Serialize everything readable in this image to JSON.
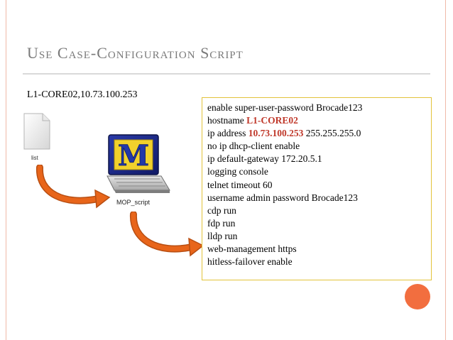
{
  "slide": {
    "title": "Use Case-Configuration Script",
    "device_label": "L1-CORE02,10.73.100.253",
    "doc_icon_label": "list",
    "laptop_label": "MOP_script",
    "laptop_screen_letter": "M"
  },
  "colors": {
    "highlight": "#c0392b",
    "accent_dot": "#f26e3f",
    "arrow": "#e8651a",
    "box_border": "#e2c33a"
  },
  "icons": [
    "document-icon",
    "laptop-icon",
    "curved-arrow-icon"
  ],
  "script": {
    "lines": [
      {
        "text": "enable super-user-password Brocade123"
      },
      {
        "pre": "hostname ",
        "hl": "L1-CORE02",
        "post": ""
      },
      {
        "pre": "ip address ",
        "hl": "10.73.100.253",
        "post": " 255.255.255.0"
      },
      {
        "text": "no ip dhcp-client enable"
      },
      {
        "text": "ip default-gateway 172.20.5.1"
      },
      {
        "text": "logging console"
      },
      {
        "text": "telnet timeout 60"
      },
      {
        "text": "username admin password Brocade123"
      },
      {
        "text": "cdp run"
      },
      {
        "text": "fdp run"
      },
      {
        "text": "lldp run"
      },
      {
        "text": "web-management https"
      },
      {
        "text": "hitless-failover enable"
      }
    ]
  }
}
